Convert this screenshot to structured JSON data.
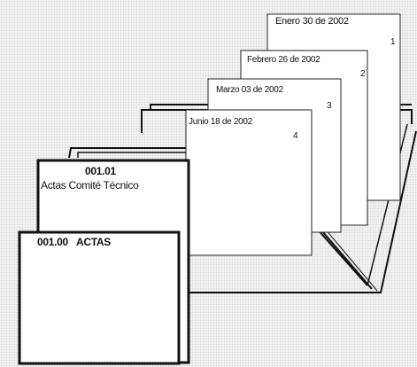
{
  "diagram": {
    "meeting_sheets": [
      {
        "date": "Enero 30 de 2002",
        "number": "1"
      },
      {
        "date": "Febrero 26 de 2002",
        "number": "2"
      },
      {
        "date": "Marzo 03 de 2002",
        "number": "3"
      },
      {
        "date": "Junio 18 de 2002",
        "number": "4"
      }
    ],
    "folder_subseries": {
      "code": "001.01",
      "title": "Actas Comité Técnico"
    },
    "folder_series": {
      "code": "001.00",
      "title": "ACTAS"
    }
  }
}
